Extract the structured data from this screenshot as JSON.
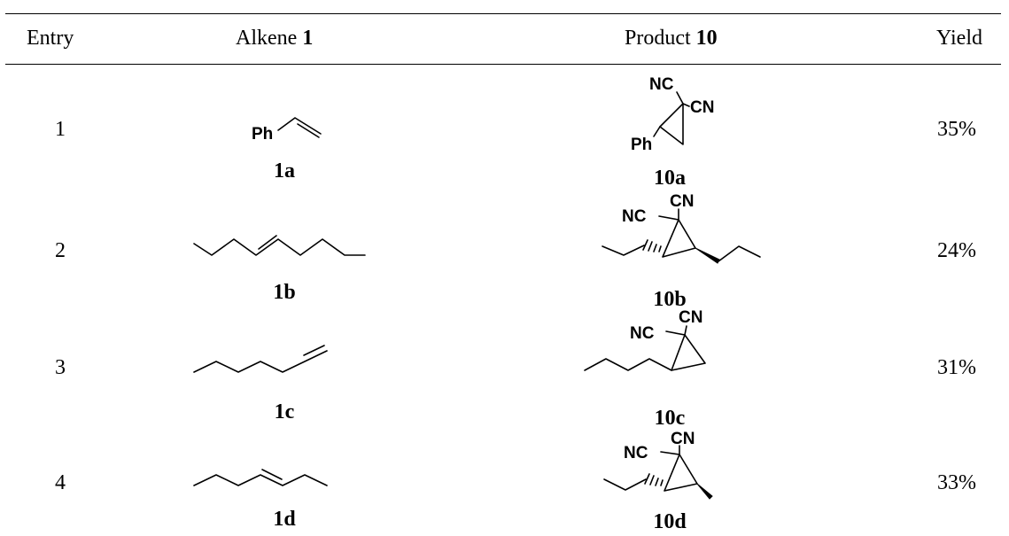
{
  "headers": {
    "entry": "Entry",
    "alkene_text": "Alkene ",
    "alkene_num": "1",
    "product_text": "Product ",
    "product_num": "10",
    "yield": "Yield"
  },
  "rows": [
    {
      "entry": "1",
      "alkene_label": "1a",
      "product_label": "10a",
      "yield": "35%"
    },
    {
      "entry": "2",
      "alkene_label": "1b",
      "product_label": "10b",
      "yield": "24%"
    },
    {
      "entry": "3",
      "alkene_label": "1c",
      "product_label": "10c",
      "yield": "31%"
    },
    {
      "entry": "4",
      "alkene_label": "1d",
      "product_label": "10d",
      "yield": "33%"
    }
  ],
  "atom_labels": {
    "ph": "Ph",
    "nc": "NC",
    "cn": "CN"
  }
}
